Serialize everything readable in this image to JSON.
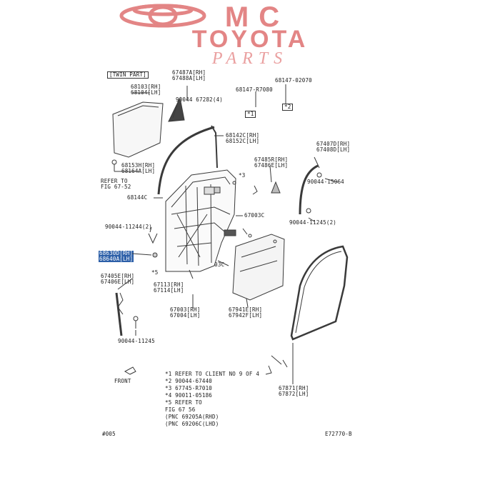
{
  "watermark": {
    "line1": "MC",
    "line2": "TOYOTA",
    "line3": "PARTS",
    "color": "#e38585"
  },
  "header_box": "[TWIN PART]",
  "labels": {
    "rear_glass": [
      "68103[RH]",
      "68104[LH]"
    ],
    "upper_trim": [
      "67487A[RH]",
      "67488A[LH]"
    ],
    "clip_upper": "90044  67282(4)",
    "hinge_top_a": "68147-R7080",
    "hinge_top_b": "68147-02070",
    "marker1": "*1",
    "marker2": "*2",
    "run_channel": [
      "68142C[RH]",
      "68152C[LH]"
    ],
    "glass_channel": [
      "68153H[RH]",
      "68164A[LH]"
    ],
    "refer": [
      "REFER TO",
      "FIG 67-52"
    ],
    "frame_144": "68144C",
    "marker3": "*3",
    "garnish": [
      "67485R[RH]",
      "67486E[LH]"
    ],
    "weatherstrip_tr": [
      "67407D[RH]",
      "67408D[LH]"
    ],
    "clip_b": "90044-15064",
    "screw_mid": "90044-11245(2)",
    "screw_left": "90044-11244(2)",
    "service_hl": [
      "68630D[RH]",
      "68640A[LH]"
    ],
    "door_c1": "67003C",
    "door_c2": "67003C",
    "marker5": "*5",
    "hinge_lower": [
      "67405E[RH]",
      "67406E[LH]"
    ],
    "check_arm": [
      "67113[RH]",
      "67114[LH]"
    ],
    "door_panel": [
      "67003[RH]",
      "67004[LH]"
    ],
    "trim_board": [
      "67941E[RH]",
      "67942F[LH]"
    ],
    "bolt_bottom": "90044-11245",
    "front": "FRONT",
    "weatherstrip_main": [
      "67871[RH]",
      "67872[LH]"
    ],
    "footer_code_left": "#005",
    "footer_code_right": "E72770-B"
  },
  "notes": [
    "*1 REFER TO CLIENT NO 9 OF 4",
    "*2  90044-67440",
    "*3  67745-R7010",
    "*4  90011-05186",
    "*5  REFER TO",
    "     FIG 67 56",
    "     (PNC 69205A(RHD)",
    "     (PNC 69206C(LHD)"
  ],
  "colors": {
    "line": "#3a3a3a",
    "highlight": "#2c5fa8",
    "shade": "#e8e8e8"
  }
}
